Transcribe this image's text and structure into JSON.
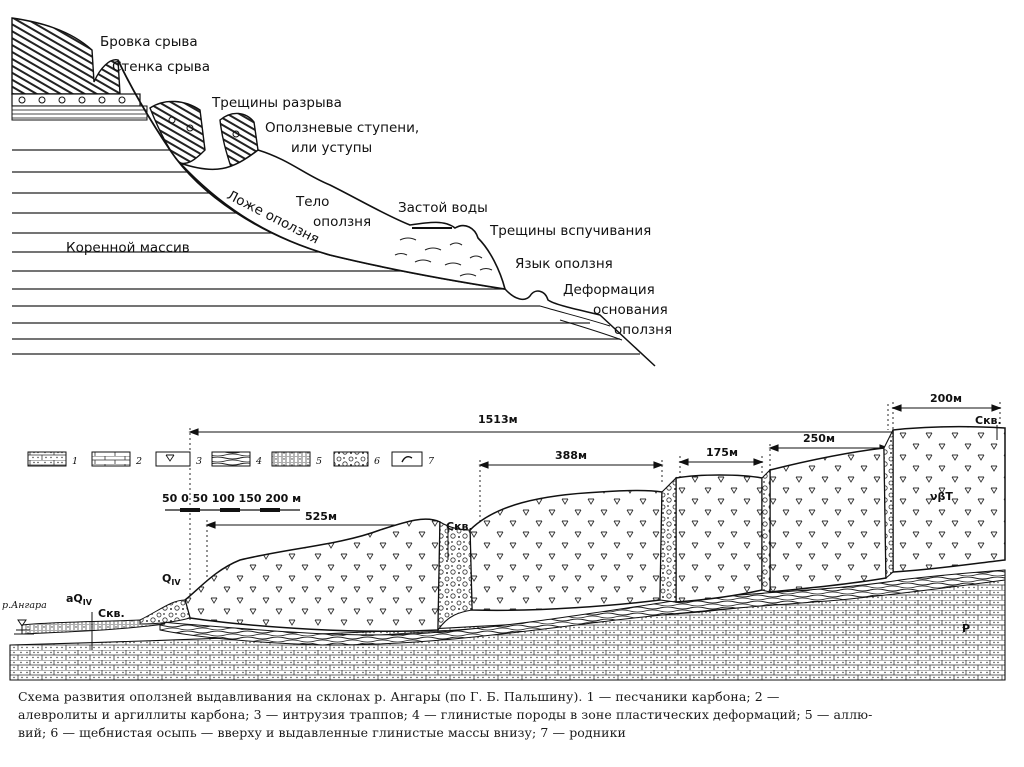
{
  "top_diagram": {
    "labels": {
      "brovka": "Бровка срыва",
      "stenka": "Стенка срыва",
      "treshchiny_razryva": "Трещины разрыва",
      "stupeni_1": "Оползневые ступени,",
      "stupeni_2": "или уступы",
      "telo_1": "Тело",
      "telo_2": "оползня",
      "lozhe": "Ложе оползня",
      "zastoy": "Застой воды",
      "vspuchivanie": "Трещины вспучивания",
      "yazyk": "Язык оползня",
      "korennoy": "Коренной массив",
      "deform_1": "Деформация",
      "deform_2": "основания",
      "deform_3": "оползня"
    }
  },
  "bottom_diagram": {
    "legend": [
      "1",
      "2",
      "3",
      "4",
      "5",
      "6",
      "7"
    ],
    "scale": "50  0  50 100 150 200 м",
    "dimensions": {
      "total": "1513м",
      "d525": "525м",
      "d388": "388м",
      "d175": "175м",
      "d250": "250м",
      "d200": "200м"
    },
    "labels": {
      "angara": "р.Ангара",
      "aq": "aQ",
      "aq_sub": "IV",
      "q": "Q",
      "q_sub": "IV",
      "skv_left": "Скв.",
      "skv_mid": "Скв.",
      "skv_right": "Скв.",
      "nu_bt": "νβT",
      "p": "P"
    }
  },
  "caption": {
    "line1": "Схема развития оползней выдавливания   на склонах  р. Ангары   (по Г. Б. Пальшину). 1 — песчаники карбона; 2 —",
    "line2": "алевролиты и аргиллиты карбона; 3 — интрузия траппов; 4 — глинистые породы в зоне пластических деформаций; 5 — аллю-",
    "line3": "вий; 6 — щебнистая осыпь — вверху и выдавленные глинистые массы внизу; 7 — родники"
  }
}
